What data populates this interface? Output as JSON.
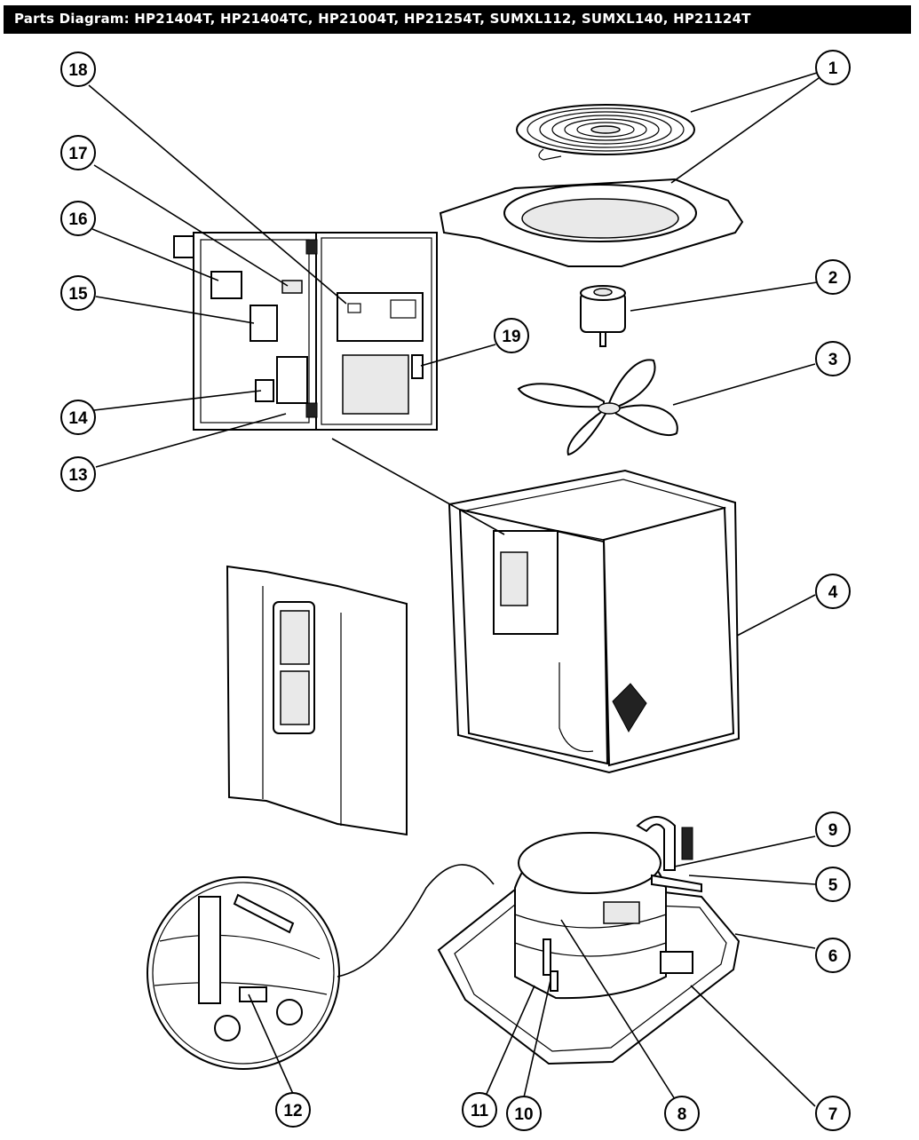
{
  "header": {
    "title": "Parts Diagram: HP21404T, HP21404TC, HP21004T, HP21254T, SUMXL112, SUMXL140, HP21124T"
  },
  "callouts": [
    {
      "id": "c1",
      "label": "1"
    },
    {
      "id": "c2",
      "label": "2"
    },
    {
      "id": "c3",
      "label": "3"
    },
    {
      "id": "c4",
      "label": "4"
    },
    {
      "id": "c5",
      "label": "5"
    },
    {
      "id": "c6",
      "label": "6"
    },
    {
      "id": "c7",
      "label": "7"
    },
    {
      "id": "c8",
      "label": "8"
    },
    {
      "id": "c9",
      "label": "9"
    },
    {
      "id": "c10",
      "label": "10"
    },
    {
      "id": "c11",
      "label": "11"
    },
    {
      "id": "c12",
      "label": "12"
    },
    {
      "id": "c13",
      "label": "13"
    },
    {
      "id": "c14",
      "label": "14"
    },
    {
      "id": "c15",
      "label": "15"
    },
    {
      "id": "c16",
      "label": "16"
    },
    {
      "id": "c17",
      "label": "17"
    },
    {
      "id": "c18",
      "label": "18"
    },
    {
      "id": "c19",
      "label": "19"
    }
  ],
  "colors": {
    "line": "#000000",
    "background": "#ffffff",
    "header_background": "#000000",
    "header_text": "#ffffff"
  }
}
